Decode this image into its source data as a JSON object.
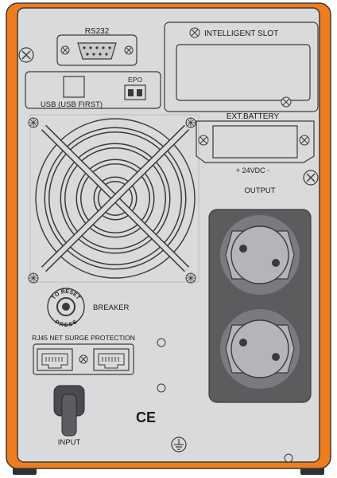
{
  "panel": {
    "colors": {
      "housing": "#f07d19",
      "panel": "#d9dadc",
      "outline": "#3a3a3a",
      "socket_block": "#5c5c5e",
      "socket_face": "#b4b5b8",
      "feet": "#2f3033"
    }
  },
  "ports": {
    "rs232_label": "RS232",
    "usb_label": "USB (USB FIRST)",
    "epo_label": "EPO",
    "intelligent_slot_label": "INTELLIGENT SLOT",
    "ext_battery_label": "EXT.BATTERY",
    "ext_battery_voltage": "+ 24VDC -",
    "output_label": "OUTPUT",
    "breaker_label": "BREAKER",
    "reset_text_top": "TO RESET",
    "reset_text_bottom": "PRESS",
    "rj45_label": "RJ45 NET SURGE PROTECTION",
    "input_label": "INPUT",
    "ce_mark": "CE"
  },
  "icons": [
    "screw-icon",
    "fan-grille-icon",
    "ground-symbol-icon",
    "ce-mark-icon",
    "power-socket-icon",
    "rj45-port-icon",
    "db9-connector-icon",
    "usb-port-icon",
    "reset-button-icon",
    "power-cord-icon"
  ]
}
